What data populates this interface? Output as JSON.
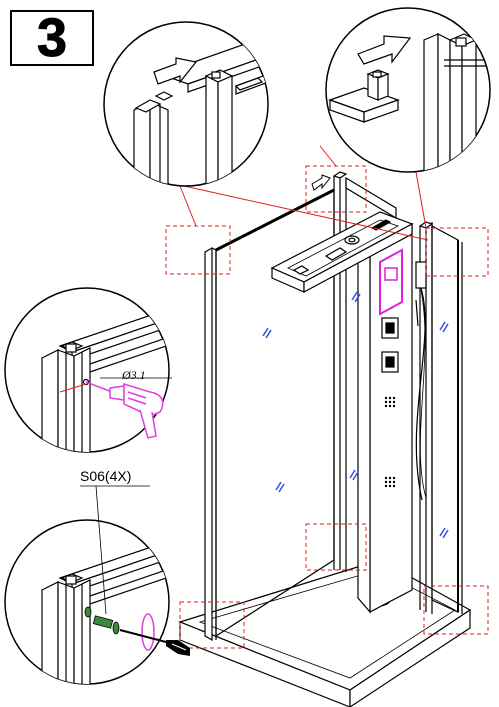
{
  "step": {
    "number": "3"
  },
  "screw_label": "S06(4X)",
  "drill_dimension": "Ø3.1",
  "colors": {
    "line": "#000000",
    "callout": "#e0201c",
    "panel_accent": "#e020e0",
    "glass_marker": "#3a4fd8",
    "drill_magenta": "#e040e0"
  },
  "icons": [
    "push-arrow-icon",
    "drill-icon",
    "screwdriver-icon",
    "screw-icon"
  ]
}
